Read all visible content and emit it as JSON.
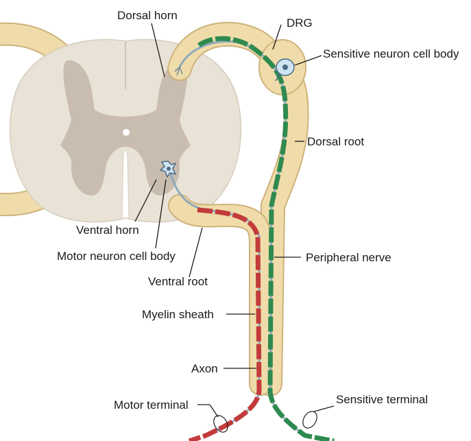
{
  "labels": {
    "dorsal_horn": "Dorsal horn",
    "drg": "DRG",
    "sensitive_cell_body": "Sensitive neuron cell body",
    "dorsal_root": "Dorsal root",
    "ventral_horn": "Ventral horn",
    "motor_cell_body": "Motor neuron cell body",
    "ventral_root": "Ventral root",
    "peripheral_nerve": "Peripheral nerve",
    "myelin_sheath": "Myelin sheath",
    "axon": "Axon",
    "motor_terminal": "Motor terminal",
    "sensitive_terminal": "Sensitive terminal"
  },
  "colors": {
    "cord_tissue": "#e9e2d6",
    "gray_matter": "#c9bdb0",
    "nerve_tissue": "#f0dcaa",
    "nerve_outline": "#cdb27a",
    "sensory_myelin": "#2e8a4f",
    "motor_myelin": "#c23b3b",
    "axon": "#8fa9bd",
    "cell_body": "#cfe4f2"
  }
}
